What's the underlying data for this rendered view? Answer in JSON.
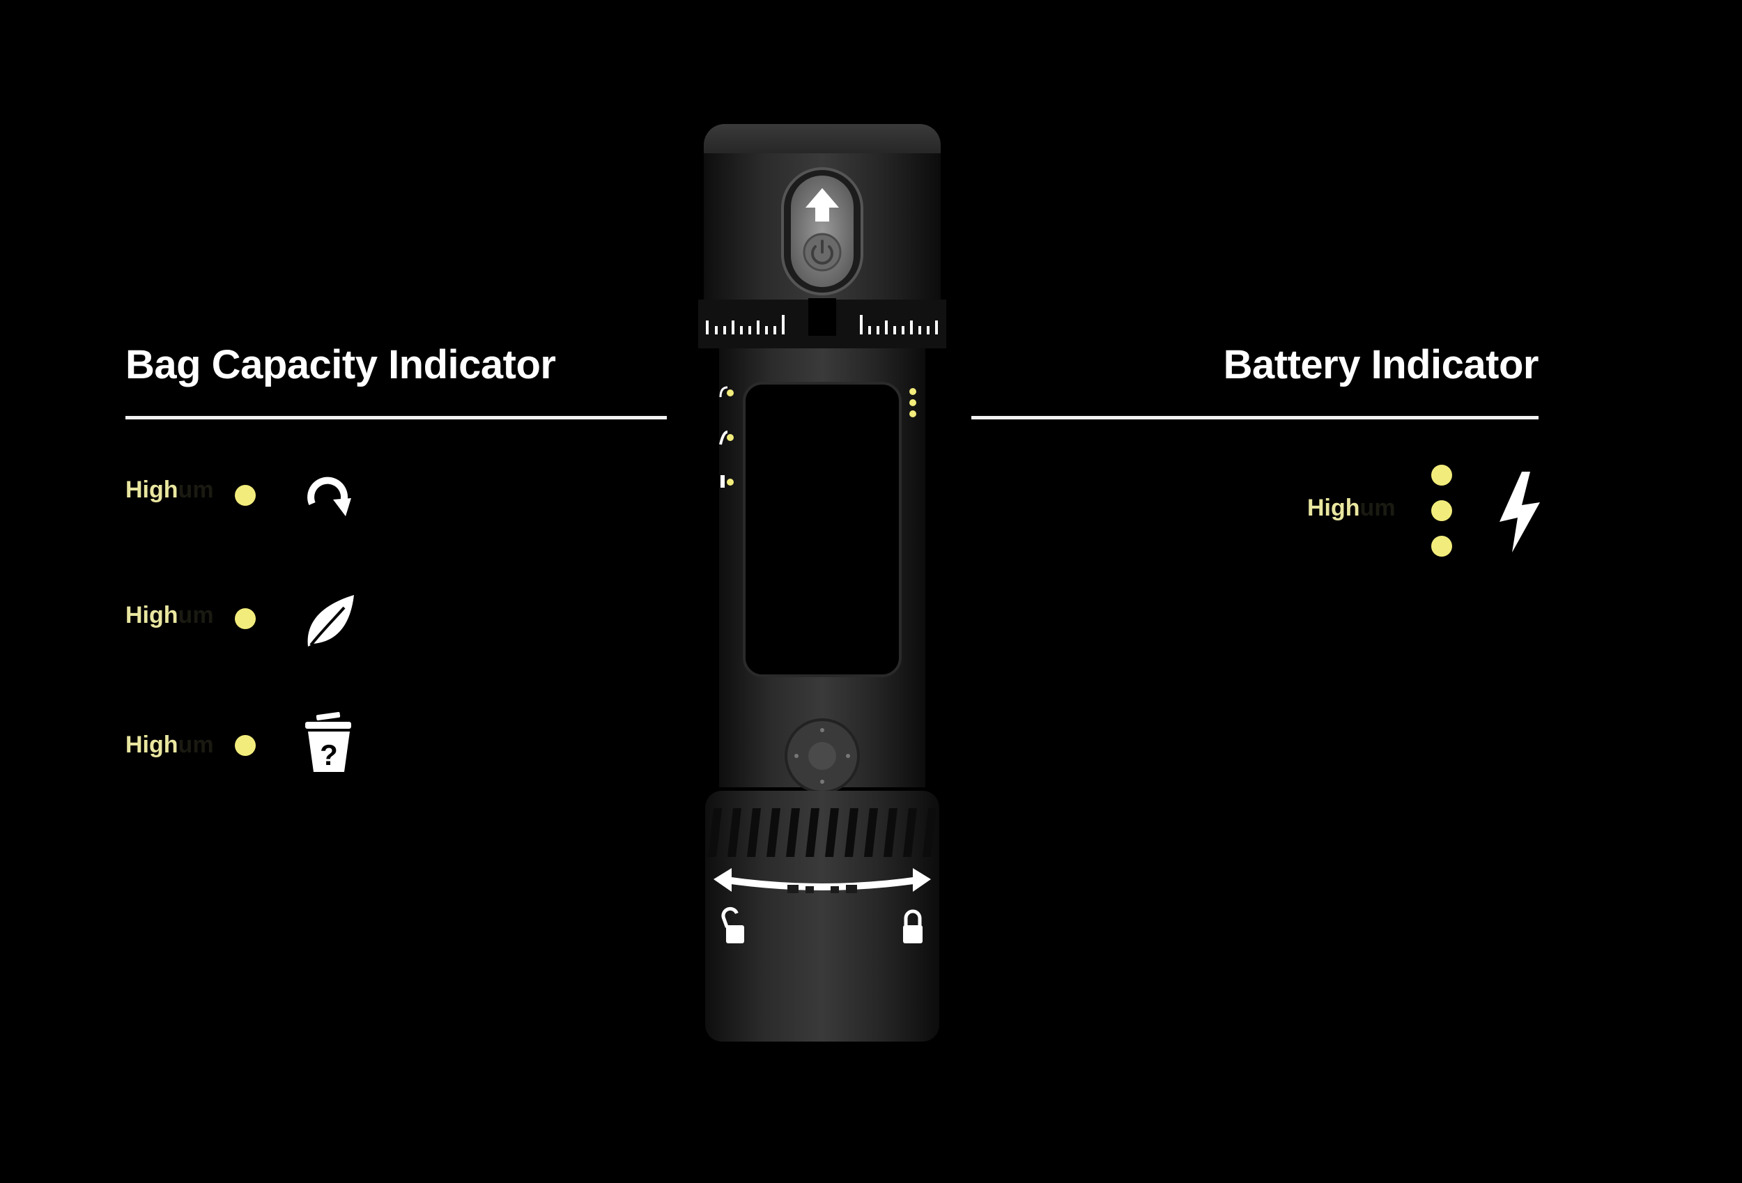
{
  "left_panel": {
    "title": "Bag Capacity Indicator",
    "rows": [
      {
        "label": "High",
        "ghost": "um",
        "icon": "refresh-icon"
      },
      {
        "label": "High",
        "ghost": "um",
        "icon": "leaf-icon"
      },
      {
        "label": "High",
        "ghost": "um",
        "icon": "trash-question-icon"
      }
    ]
  },
  "right_panel": {
    "title": "Battery Indicator",
    "level": {
      "label": "High",
      "ghost": "um",
      "icon": "lightning-icon",
      "dots": 3
    }
  },
  "device": {
    "top_button_icons": [
      "up-arrow-icon",
      "power-icon"
    ],
    "bottom_icons": [
      "unlock-icon",
      "lock-icon",
      "rotate-arrow-icon"
    ]
  },
  "colors": {
    "background": "#000000",
    "indicator": "#f2ec7c",
    "text": "#ffffff"
  }
}
